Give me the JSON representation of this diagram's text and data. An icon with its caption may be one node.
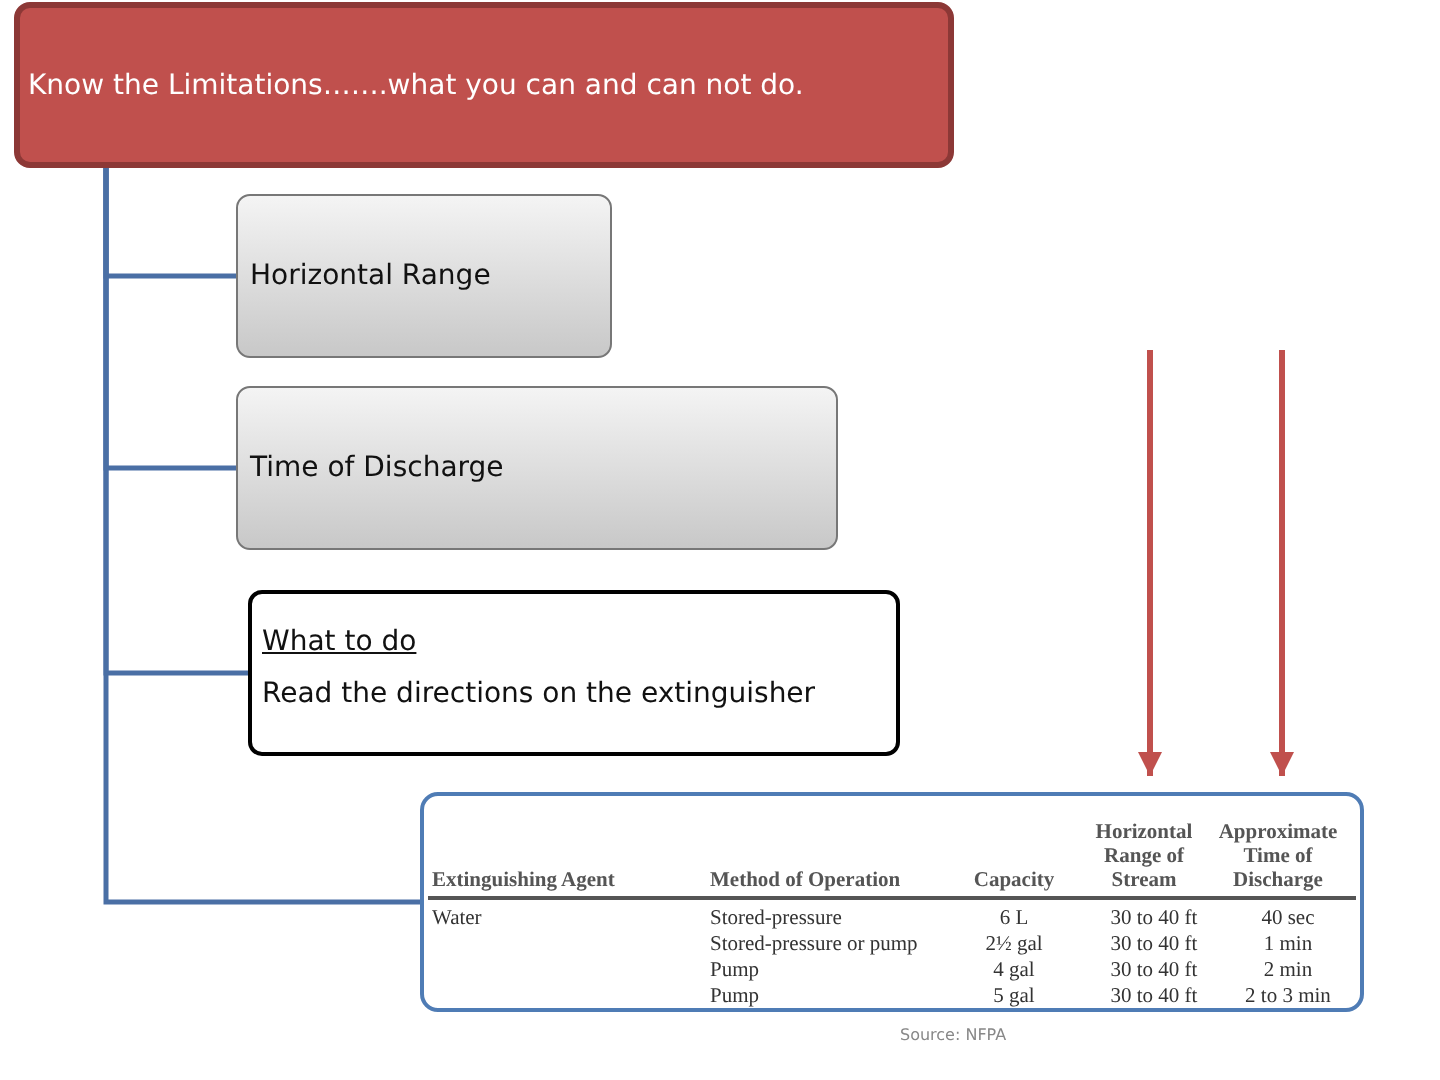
{
  "diagram": {
    "nodes": [
      {
        "text": [
          "Know the Limitations…….what you can and can not do."
        ]
      },
      {
        "text": [
          "Horizontal Range"
        ]
      },
      {
        "text": [
          "Time of Discharge"
        ]
      },
      {
        "text": [
          "What to do",
          "Read the directions on the extinguisher"
        ]
      },
      {
        "text": [],
        "shape": "box"
      }
    ],
    "edges": [
      {
        "from": 0,
        "to": 1,
        "arrow": "none"
      },
      {
        "from": 0,
        "to": 2,
        "arrow": "none"
      },
      {
        "from": 0,
        "to": 3,
        "arrow": "none"
      },
      {
        "from": 0,
        "to": 4,
        "arrow": "none"
      },
      {
        "from": null,
        "to": 4,
        "arrow": "to",
        "color": "#c0504d"
      },
      {
        "from": null,
        "to": 4,
        "arrow": "to",
        "color": "#c0504d"
      }
    ],
    "labels": [
      "Extinguishing Agent",
      "Method of Operation",
      "Capacity",
      "Horizontal Range of Stream",
      "Approximate Time of Discharge",
      "Water",
      "Stored-pressure",
      "6 L",
      "30 to 40 ft",
      "40 sec",
      "Stored-pressure or pump",
      "2½ gal",
      "30 to 40 ft",
      "1 min",
      "Pump",
      "4 gal",
      "30 to 40 ft",
      "2 min",
      "Pump",
      "5 gal",
      "30 to 40 ft",
      "2 to 3 min",
      "Source: NFPA"
    ]
  }
}
